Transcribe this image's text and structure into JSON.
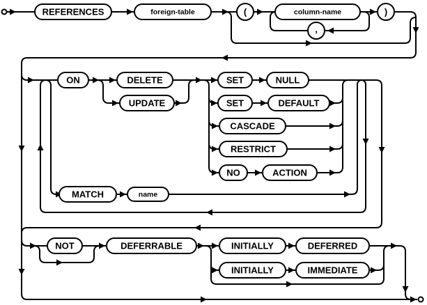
{
  "diagram": {
    "kind": "railroad-syntax-diagram",
    "colors": {
      "line": "#000000",
      "background": "#ffffff",
      "text": "#000000"
    },
    "nodes": {
      "references": "REFERENCES",
      "foreign_table": "foreign-table",
      "open_paren": "(",
      "column_name": "column-name",
      "comma": ",",
      "close_paren": ")",
      "on": "ON",
      "delete": "DELETE",
      "update": "UPDATE",
      "set_1": "SET",
      "null": "NULL",
      "set_2": "SET",
      "default": "DEFAULT",
      "cascade": "CASCADE",
      "restrict": "RESTRICT",
      "no": "NO",
      "action": "ACTION",
      "match": "MATCH",
      "name": "name",
      "not": "NOT",
      "deferrable": "DEFERRABLE",
      "initially_1": "INITIALLY",
      "deferred": "DEFERRED",
      "initially_2": "INITIALLY",
      "immediate": "IMMEDIATE"
    }
  }
}
